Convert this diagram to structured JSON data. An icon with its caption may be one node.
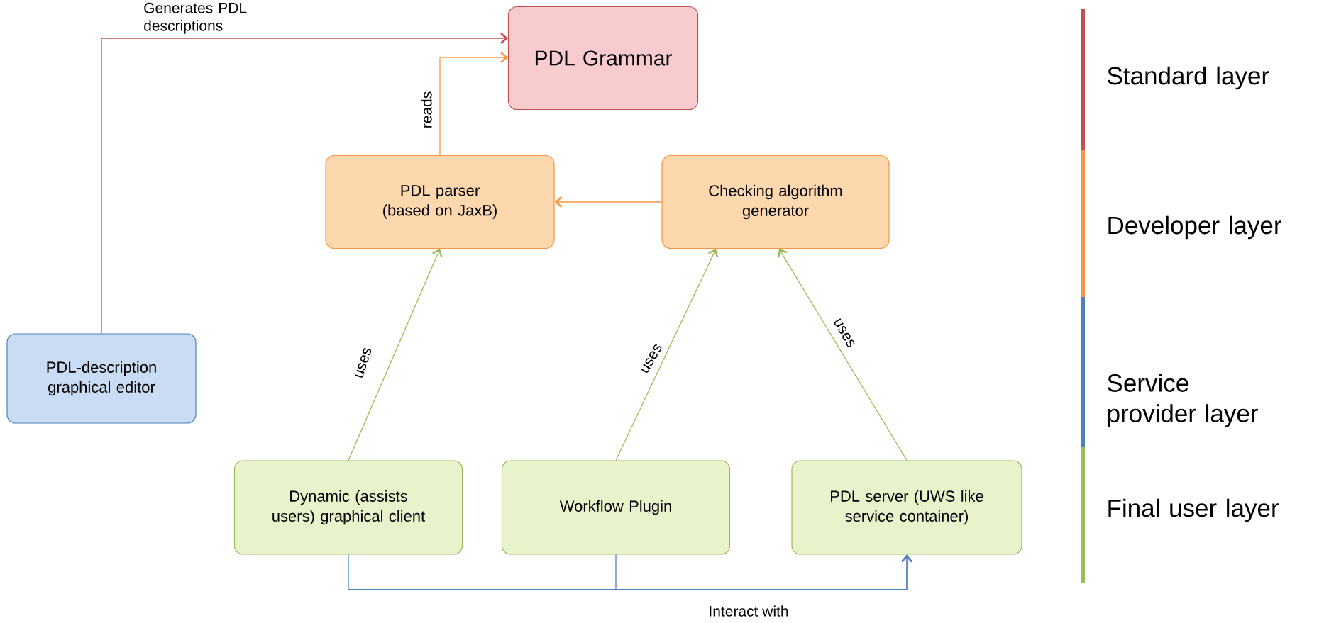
{
  "diagram": {
    "nodes": [
      {
        "text": [
          "PDL Grammar"
        ]
      },
      {
        "text": [
          "PDL parser (based on JaxB)"
        ]
      },
      {
        "text": [
          "Checking algorithm generator"
        ]
      },
      {
        "text": [
          "PDL-description graphical editor"
        ]
      },
      {
        "text": [
          "Dynamic (assists users) graphical client"
        ]
      },
      {
        "text": [
          "Workflow Plugin"
        ]
      },
      {
        "text": [
          "PDL server (UWS like service container)"
        ]
      }
    ],
    "edges": [
      {
        "from": 3,
        "to": 0,
        "arrow": "to",
        "label": "Generates PDL descriptions",
        "color": "#c0504d"
      },
      {
        "from": 1,
        "to": 0,
        "arrow": "to",
        "label": "reads",
        "color": "#f79646"
      },
      {
        "from": 2,
        "to": 1,
        "arrow": "to",
        "color": "#f79646"
      },
      {
        "from": 4,
        "to": 1,
        "arrow": "to",
        "label": "uses",
        "color": "#9bbb59"
      },
      {
        "from": 5,
        "to": 2,
        "arrow": "to",
        "label": "uses",
        "color": "#9bbb59"
      },
      {
        "from": 6,
        "to": 2,
        "arrow": "to",
        "label": "uses",
        "color": "#9bbb59"
      },
      {
        "from": 4,
        "to": 6,
        "arrow": "to",
        "label": "Interact with",
        "color": "#4f81bd"
      },
      {
        "from": 5,
        "to": 6,
        "arrow": "to",
        "color": "#4f81bd"
      }
    ],
    "legend": [
      {
        "text": "Standard layer",
        "color": "#c0504d"
      },
      {
        "text": "Developer layer",
        "color": "#f79646"
      },
      {
        "text": "Service provider layer",
        "color": "#4f81bd"
      },
      {
        "text": "Final user layer",
        "color": "#9bbb59"
      }
    ]
  }
}
